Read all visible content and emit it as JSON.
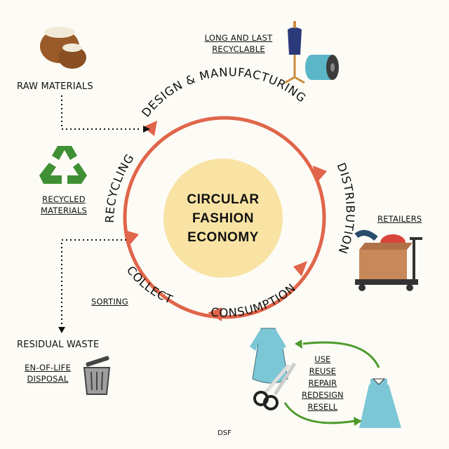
{
  "title_lines": [
    "CIRCULAR",
    "FASHION",
    "ECONOMY"
  ],
  "stages": {
    "design": "DESIGN & MANUFACTURING",
    "distribution": "DISTRIBUTION",
    "consumption": "CONSUMPTION",
    "collect": "COLLECT",
    "recycling": "RECYCLING"
  },
  "labels": {
    "raw_materials": "RAW MATERIALS",
    "long_and_last": "LONG AND LAST",
    "recyclable": "RECYCLABLE",
    "recycled": "RECYCLED",
    "materials": "MATERIALS",
    "retailers": "RETAILERS",
    "sorting": "SORTING",
    "residual_waste": "RESIDUAL WASTE",
    "end_of_life": "EN-OF-LIFE",
    "disposal": "DISPOSAL"
  },
  "reuse_actions": [
    "USE",
    "REUSE",
    "REPAIR",
    "REDESIGN",
    "RESELL"
  ],
  "credit": "DSF",
  "colors": {
    "background": "#fdfbf6",
    "ring": "#e0654a",
    "center": "#f9e3a4",
    "reuse_arrow": "#4e9a2c",
    "recycle_icon": "#3f8f34",
    "dress": "#7cc7d6"
  },
  "icons": [
    "sacks-icon",
    "mannequin-icon",
    "thread-spool-icon",
    "recycle-icon",
    "cart-icon",
    "trash-icon",
    "dress-icon",
    "scissors-icon",
    "child-dress-icon"
  ]
}
